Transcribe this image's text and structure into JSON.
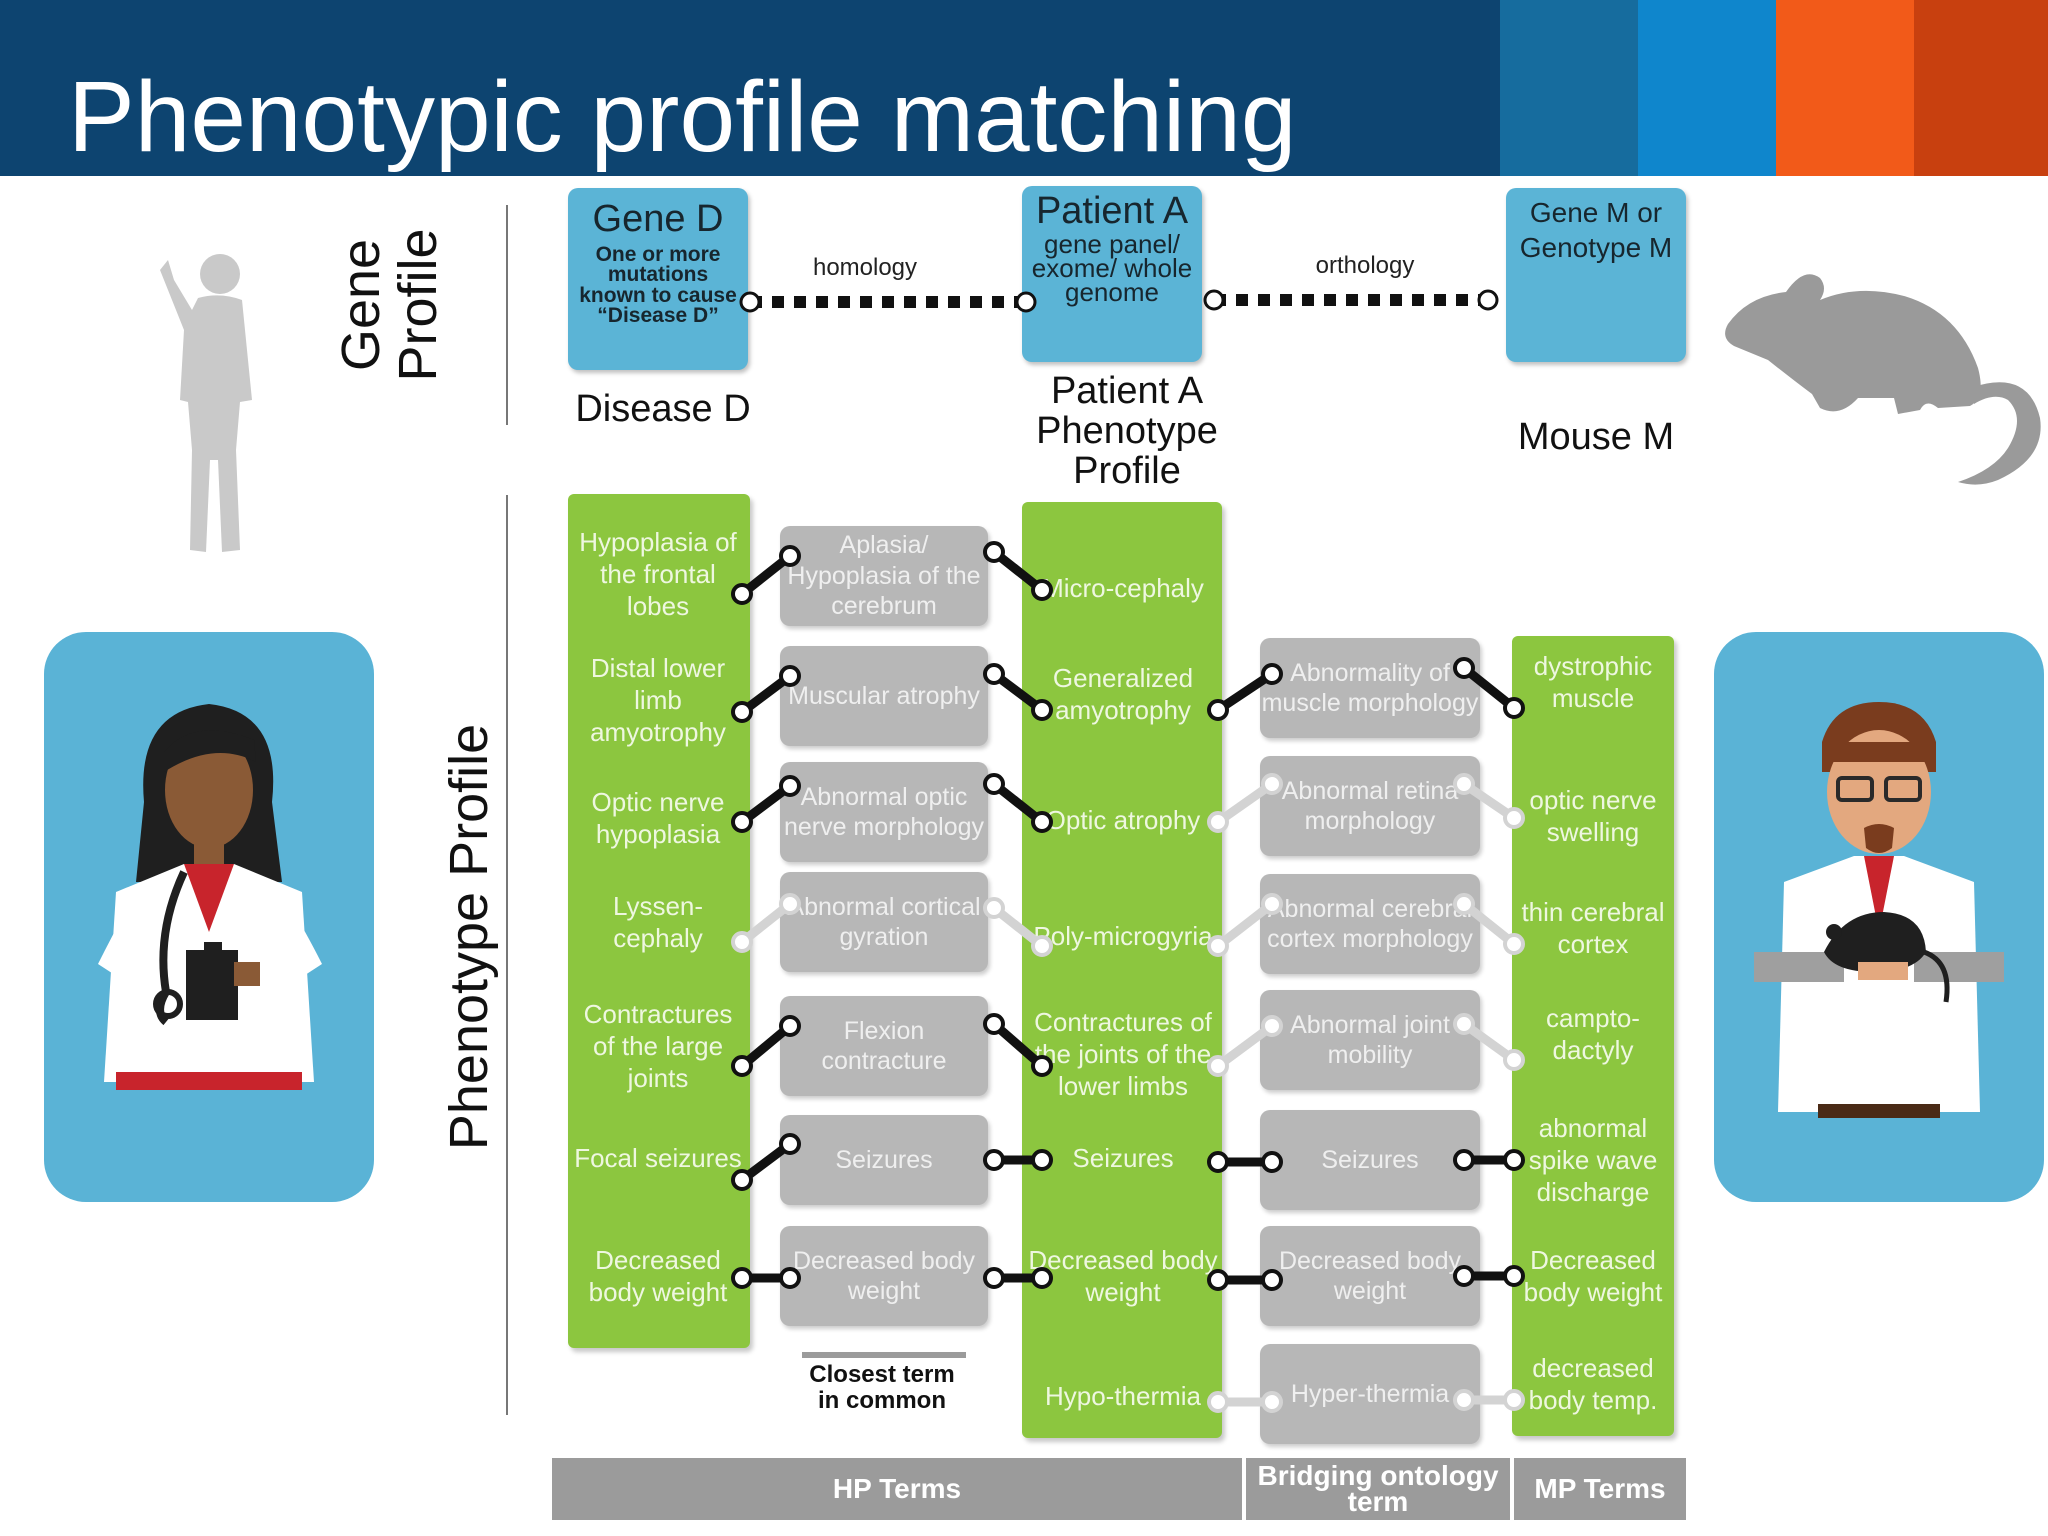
{
  "slide": {
    "title": "Phenotypic profile matching"
  },
  "colors": {
    "header": "#0d4470",
    "stripes": [
      "#166c9e",
      "#0f86cc",
      "#f25a19",
      "#c8400f"
    ],
    "hp_green": "#8cc63f",
    "term_gray": "#b7b7b7",
    "gene_blue": "#5bb4d6",
    "panel_blue": "#5ab3d6"
  },
  "side_labels": {
    "gene_profile": "Gene Profile",
    "phenotype_profile": "Phenotype Profile"
  },
  "gene_row": {
    "disease": {
      "title": "Gene D",
      "text": "One or more mutations known to cause “Disease D”",
      "label": "Disease D"
    },
    "patient": {
      "title": "Patient A",
      "text": "gene panel/ exome/ whole genome",
      "label": "Patient A Phenotype Profile"
    },
    "mouse": {
      "text": "Gene M or Genotype M",
      "label": "Mouse M"
    },
    "homology": "homology",
    "orthology": "orthology"
  },
  "disease_terms": [
    "Hypoplasia of the frontal lobes",
    "Distal lower limb amyotrophy",
    "Optic nerve hypoplasia",
    "Lyssen-cephaly",
    "Contractures of the large joints",
    "Focal seizures",
    "Decreased body weight"
  ],
  "closest_terms": [
    "Aplasia/ Hypoplasia of the cerebrum",
    "Muscular atrophy",
    "Abnormal optic nerve morphology",
    "Abnormal cortical gyration",
    "Flexion contracture",
    "Seizures",
    "Decreased body weight"
  ],
  "patient_terms": [
    "Micro-cephaly",
    "Generalized amyotrophy",
    "Optic atrophy",
    "Poly-microgyria",
    "Contractures of the joints of the lower limbs",
    "Seizures",
    "Decreased body weight",
    "Hypo-thermia"
  ],
  "bridge_terms": [
    "Abnormality of muscle morphology",
    "Abnormal retina morphology",
    "Abnormal cerebral cortex morphology",
    "Abnormal joint mobility",
    "Seizures",
    "Decreased body weight",
    "Hyper-thermia"
  ],
  "mp_terms": [
    "dystrophic muscle",
    "optic nerve swelling",
    "thin cerebral cortex",
    "campto-dactyly",
    "abnormal spike wave discharge",
    "Decreased body weight",
    "decreased body temp."
  ],
  "closest_caption": "Closest term in common",
  "footer": {
    "hp": "HP Terms",
    "bridge": "Bridging ontology term",
    "mp": "MP Terms"
  },
  "icons": {
    "person": "person-silhouette-icon",
    "mouse": "mouse-silhouette-icon",
    "doctor": "female-doctor-icon",
    "scientist": "male-scientist-icon"
  }
}
